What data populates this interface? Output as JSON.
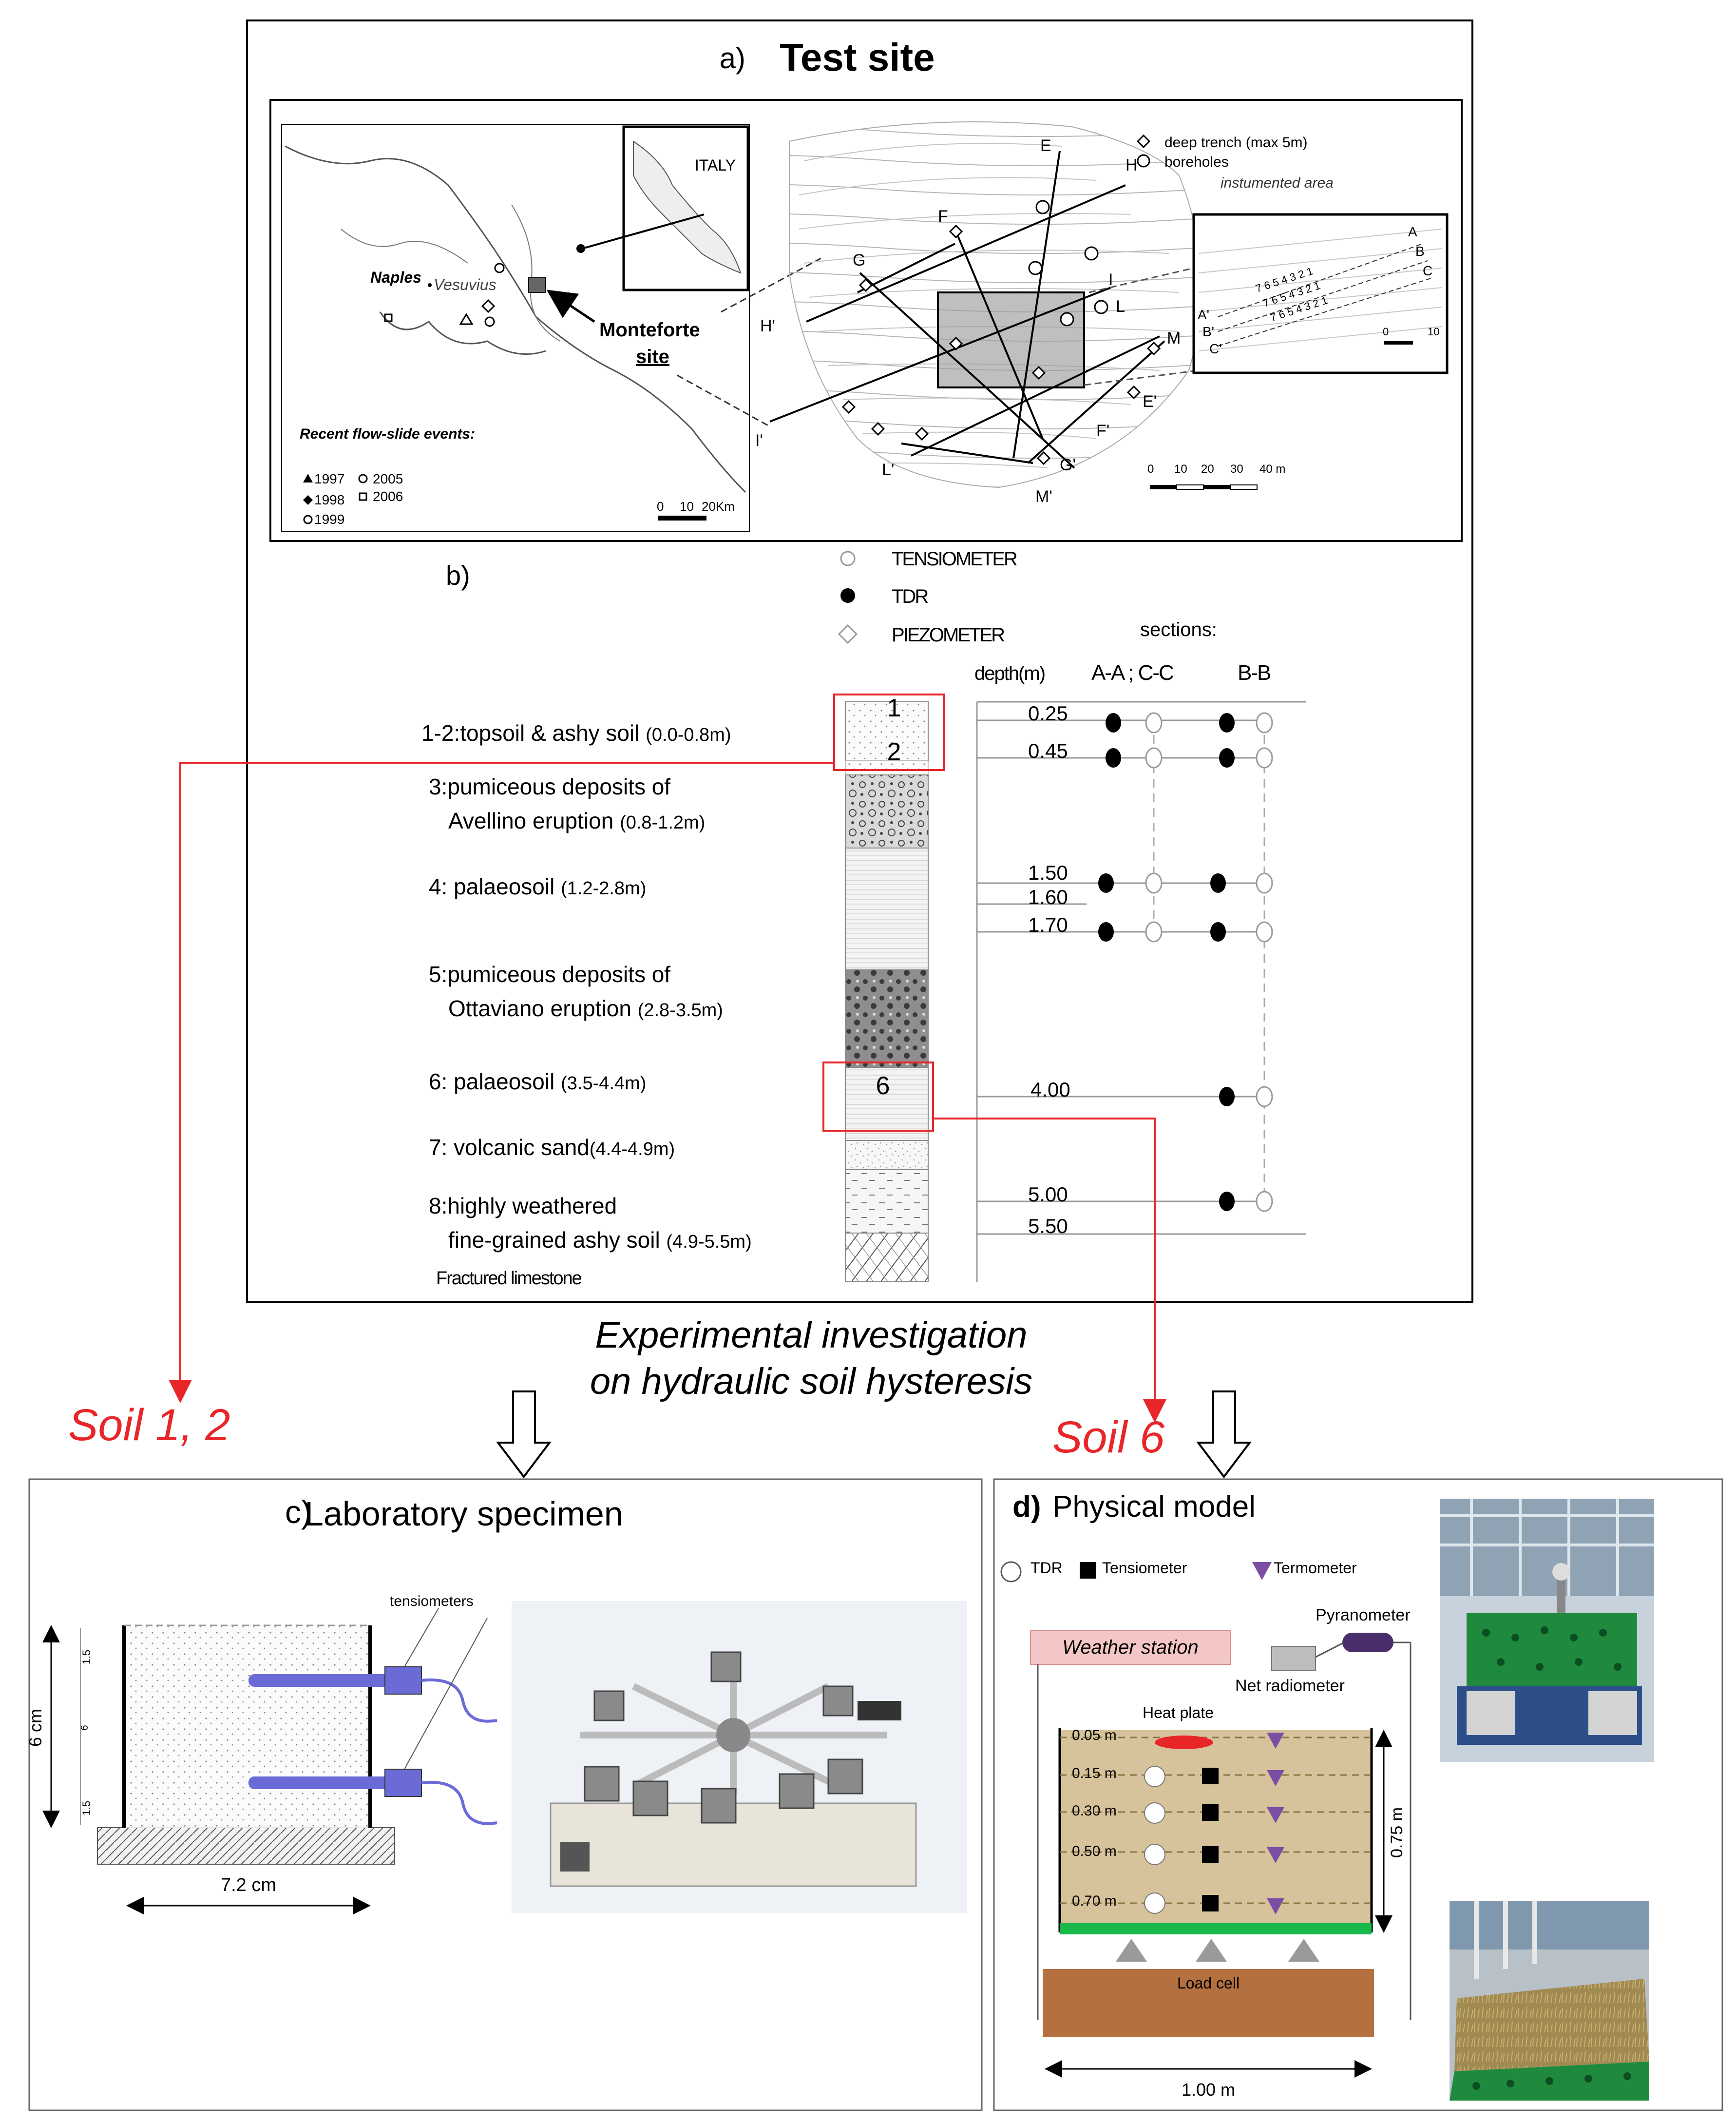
{
  "panel_a": {
    "label": "a)",
    "title": "Test site",
    "map": {
      "country": "ITALY",
      "city": "Naples",
      "volcano": "Vesuvius",
      "site_line1": "Monteforte",
      "site_line2": "site",
      "events_title": "Recent flow-slide events:",
      "years": [
        "1997",
        "2005",
        "1998",
        "2006",
        "1999"
      ],
      "scale": [
        "0",
        "10",
        "20Km"
      ]
    },
    "plan": {
      "legend": [
        "deep trench (max 5m)",
        "boreholes",
        "instumented area"
      ],
      "sections": [
        "E",
        "H",
        "F",
        "G",
        "H'",
        "I",
        "L",
        "M",
        "E'",
        "F'",
        "G'",
        "M'",
        "L'",
        "I'"
      ],
      "inset_sections": [
        "A",
        "B",
        "C",
        "A'",
        "B'",
        "C'"
      ],
      "inset_rows": [
        "7 6 5 4 3 2 1",
        "7 6 5 4 3 2 1",
        "7 6 5 4 3 2 1"
      ],
      "inset_scale": [
        "0",
        "10"
      ],
      "scale": [
        "0",
        "10",
        "20",
        "30",
        "40 m"
      ]
    }
  },
  "panel_b": {
    "label": "b)",
    "legend": [
      "TENSIOMETER",
      "TDR",
      "PIEZOMETER"
    ],
    "sections_title": "sections:",
    "depth_header": "depth(m)",
    "col_aa_cc": "A-A ; C-C",
    "col_bb": "B-B",
    "layers": [
      {
        "num": "1-2:",
        "name": "topsoil & ashy soil",
        "range": "(0.0-0.8m)"
      },
      {
        "num": "3:",
        "name": "pumiceous deposits of",
        "name2": "Avellino eruption",
        "range": "(0.8-1.2m)"
      },
      {
        "num": "4:",
        "name": "palaeosoil",
        "range": "(1.2-2.8m)"
      },
      {
        "num": "5:",
        "name": "pumiceous deposits of",
        "name2": "Ottaviano eruption",
        "range": "(2.8-3.5m)"
      },
      {
        "num": "6:",
        "name": "palaeosoil",
        "range": "(3.5-4.4m)"
      },
      {
        "num": "7:",
        "name": "volcanic sand",
        "range": "(4.4-4.9m)"
      },
      {
        "num": "8:",
        "name": "highly weathered",
        "name2": "fine-grained ashy soil",
        "range": "(4.9-5.5m)"
      }
    ],
    "bottom_layer": "Fractured limestone",
    "column_labels": [
      "1",
      "2",
      "6"
    ],
    "depths": [
      "0.25",
      "0.45",
      "1.50",
      "1.60",
      "1.70",
      "4.00",
      "5.00",
      "5.50"
    ]
  },
  "middle": {
    "line1": "Experimental investigation",
    "line2": "on hydraulic soil hysteresis",
    "soil12": "Soil 1, 2",
    "soil6": "Soil 6"
  },
  "panel_c": {
    "label": "c)",
    "title": "Laboratory specimen",
    "tensiometers": "tensiometers",
    "height": "6 cm",
    "height_small": "6",
    "offset": "1.5",
    "width": "7.2 cm"
  },
  "panel_d": {
    "label": "d)",
    "title": "Physical model",
    "legend": [
      "TDR",
      "Tensiometer",
      "Termometer"
    ],
    "weather_station": "Weather station",
    "pyranometer": "Pyranometer",
    "net_radiometer": "Net radiometer",
    "heat_plate": "Heat plate",
    "depths": [
      "0.05 m",
      "0.15 m",
      "0.30 m",
      "0.50 m",
      "0.70 m"
    ],
    "height": "0.75 m",
    "load_cell": "Load cell",
    "width": "1.00 m"
  },
  "colors": {
    "red": "#e8262a",
    "soil_tan": "#d6c29b",
    "green": "#19b84a",
    "load_cell": "#b5703f",
    "weather_station": "#f4c6c6",
    "tube_blue": "#6b6bd8",
    "triangle_purple": "#7a4fa3",
    "pyranometer": "#4a2e6b"
  }
}
